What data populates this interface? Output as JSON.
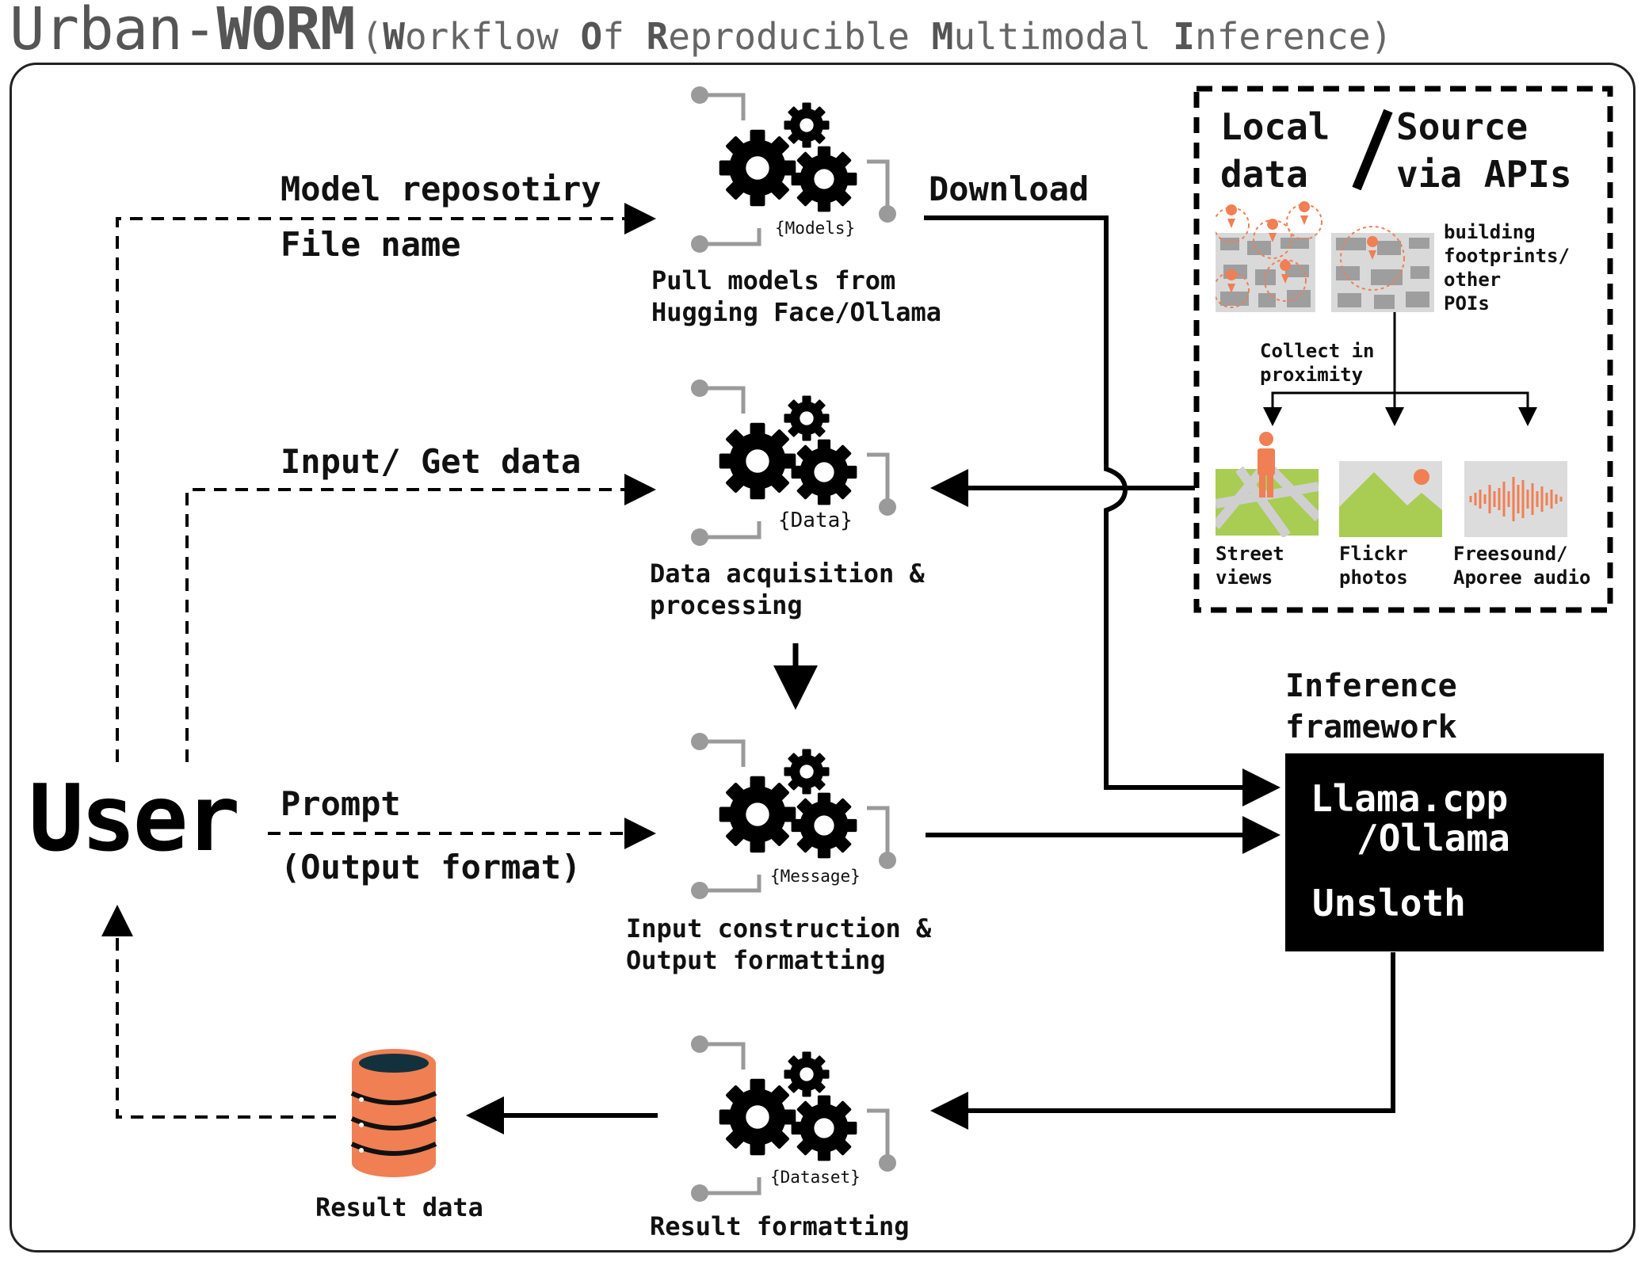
{
  "title": {
    "main_prefix": "Urban-",
    "main_bold": "WORM",
    "sub_open": "(",
    "sub_w": "W",
    "sub_w_rest": "orkflow ",
    "sub_o": "O",
    "sub_o_rest": "f ",
    "sub_r": "R",
    "sub_r_rest": "eproducible ",
    "sub_m": "M",
    "sub_m_rest": "ultimodal ",
    "sub_i": "I",
    "sub_i_rest": "nference)"
  },
  "user": "User",
  "flows": {
    "model_repo": "Model reposotiry",
    "file_name": "File name",
    "input_get_data": "Input/ Get data",
    "prompt": "Prompt",
    "output_format": "(Output format)",
    "download": "Download"
  },
  "modules": {
    "models": {
      "tag": "Models",
      "caption_1": "Pull models from",
      "caption_2": "Hugging Face/Ollama"
    },
    "data": {
      "tag": "Data",
      "caption_1": "Data acquisition &",
      "caption_2": "processing"
    },
    "message": {
      "tag": "Message",
      "caption_1": "Input construction &",
      "caption_2": "Output formatting"
    },
    "dataset": {
      "tag": "Dataset",
      "caption_1": "Result formatting"
    }
  },
  "result_data": "Result data",
  "sources": {
    "local_1": "Local",
    "local_2": "data",
    "api_1": "Source",
    "api_2": "via APIs",
    "building_1": "building",
    "building_2": "footprints/",
    "building_3": "other",
    "building_4": "POIs",
    "collect_1": "Collect in",
    "collect_2": "proximity",
    "street_1": "Street",
    "street_2": "views",
    "flickr_1": "Flickr",
    "flickr_2": "photos",
    "audio_1": "Freesound/",
    "audio_2": "Aporee audio"
  },
  "inference": {
    "heading_1": "Inference",
    "heading_2": "framework",
    "line_1": "Llama.cpp",
    "line_2": "/Ollama",
    "line_3": "Unsloth"
  },
  "colors": {
    "accent_orange": "#f07f53",
    "gray": "#9a9a9a",
    "map_green": "#a9cc53",
    "black": "#000000"
  }
}
